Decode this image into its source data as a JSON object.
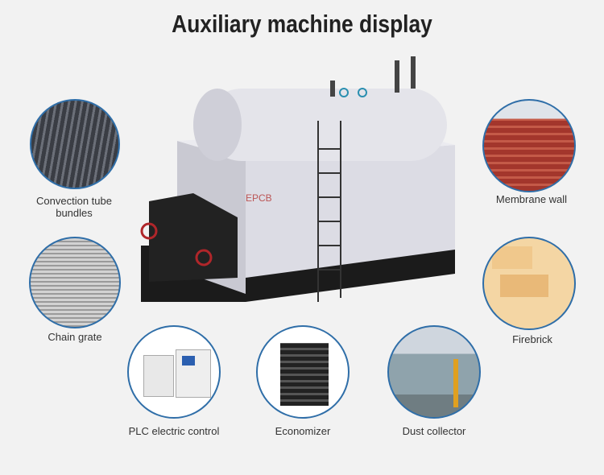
{
  "title": "Auxiliary machine display",
  "boiler_logo": "EPCB",
  "items": [
    {
      "label": "Convection tube bundles"
    },
    {
      "label": "Chain grate"
    },
    {
      "label": "PLC electric control"
    },
    {
      "label": "Economizer"
    },
    {
      "label": "Dust collector"
    },
    {
      "label": "Membrane wall"
    },
    {
      "label": "Firebrick"
    }
  ],
  "colors": {
    "ring": "#2f6ea8",
    "background": "#f2f2f2"
  }
}
